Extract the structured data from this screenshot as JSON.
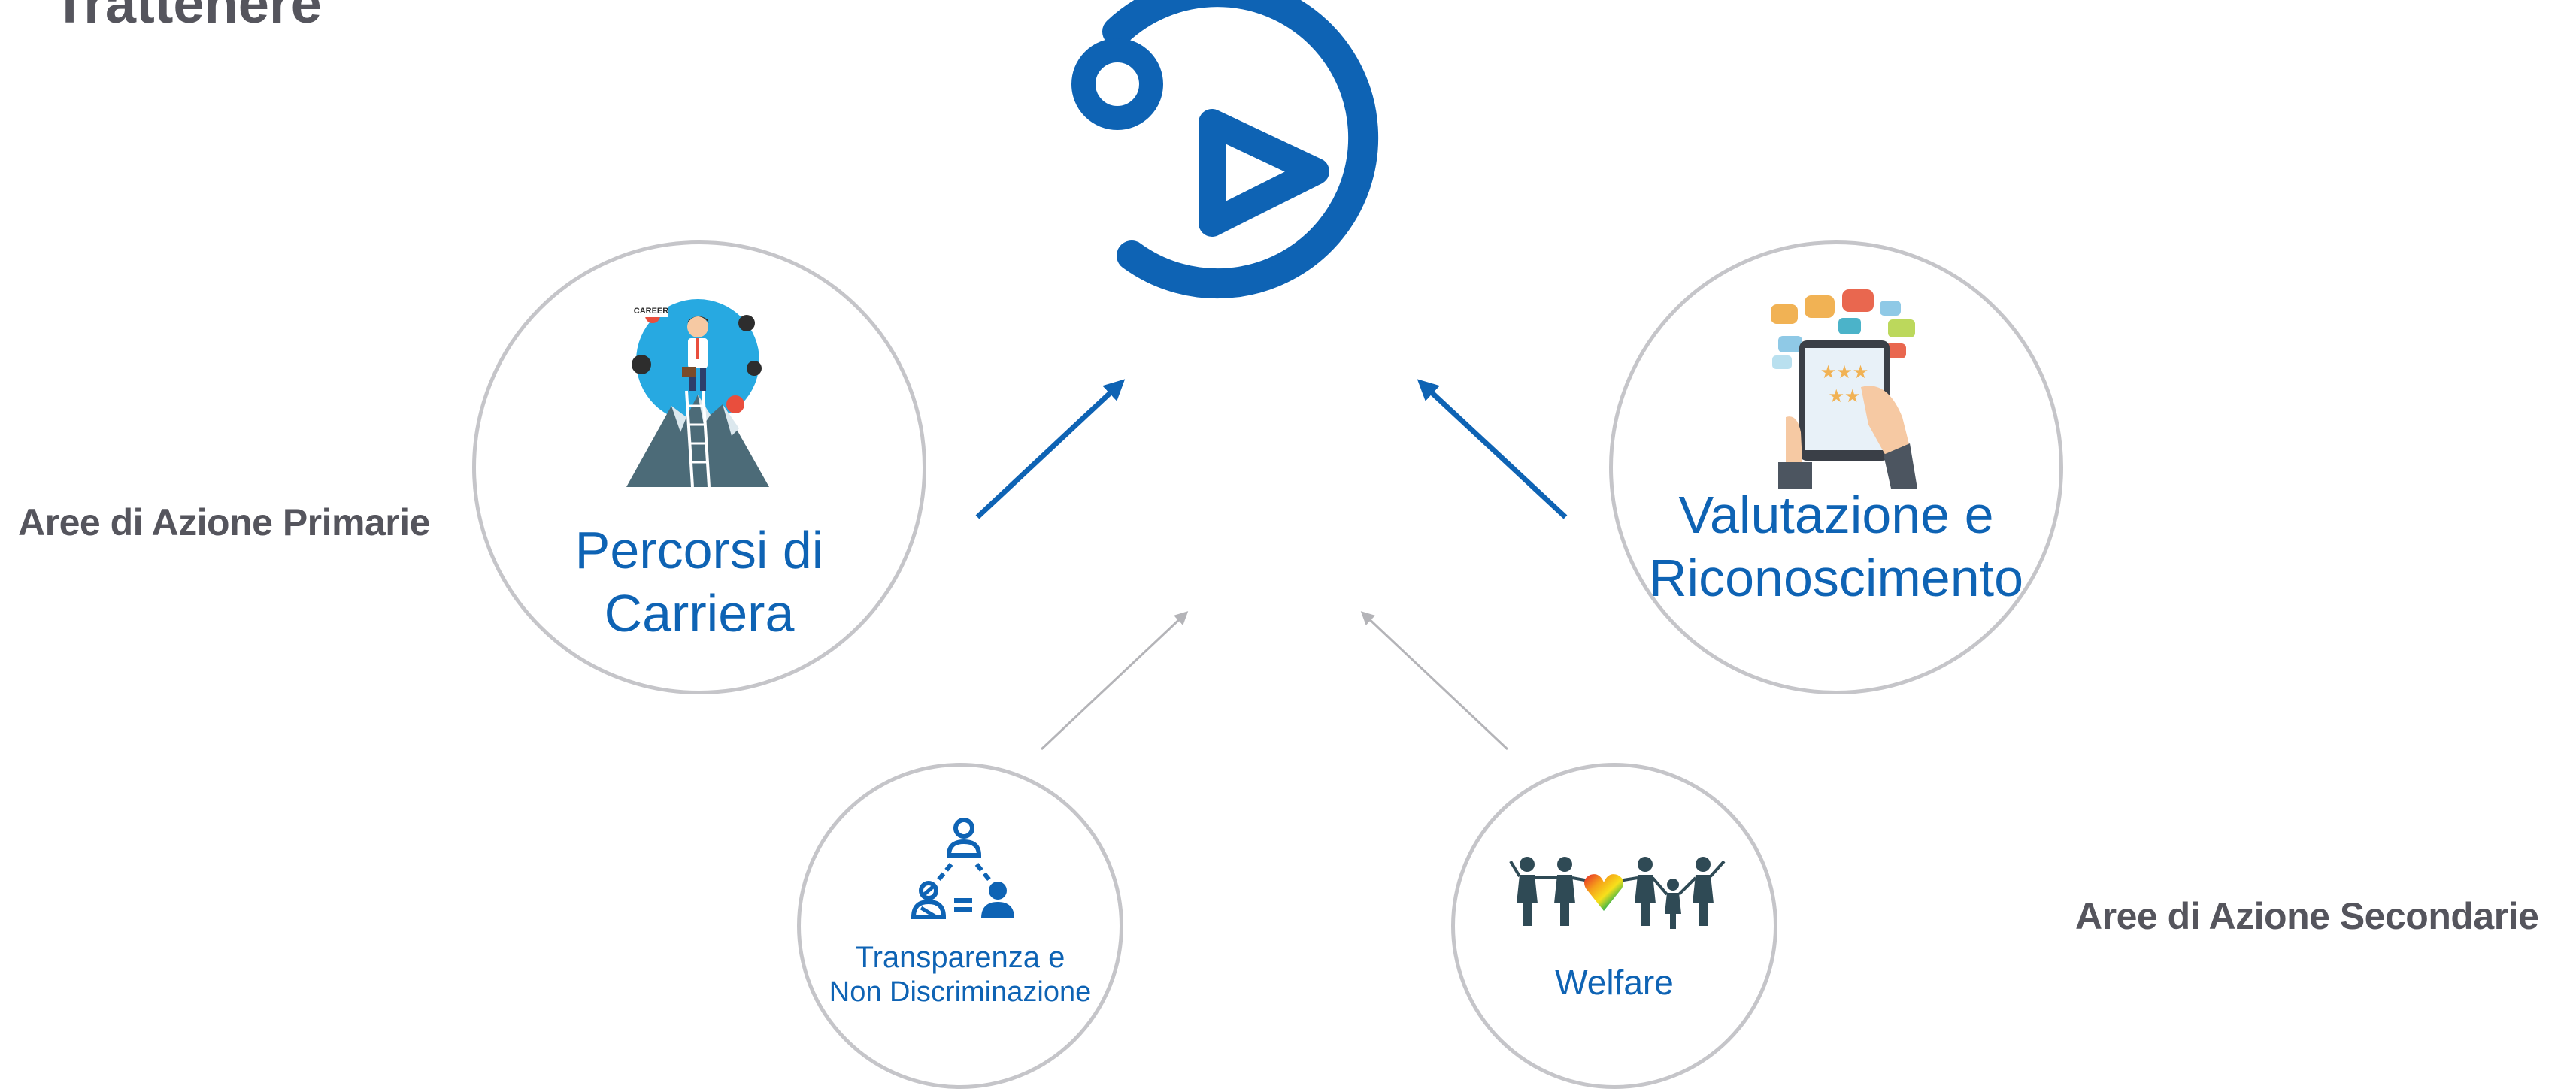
{
  "page": {
    "title": "Trattenere",
    "primary_label": "Aree di Azione Primarie",
    "secondary_label": "Aree di Azione Secondarie"
  },
  "center_icon": "play-circle-icon",
  "nodes": {
    "career": {
      "line1": "Percorsi di",
      "line2": "Carriera",
      "icon": "career-mountain-icon",
      "badge_text": "CAREER"
    },
    "evaluation": {
      "line1": "Valutazione e",
      "line2": "Riconoscimento",
      "icon": "rating-tablet-icon"
    },
    "transparency": {
      "line1": "Transparenza e",
      "line2": "Non Discriminazione",
      "icon": "equality-people-icon"
    },
    "welfare": {
      "line1": "Welfare",
      "icon": "family-heart-icon"
    }
  },
  "colors": {
    "accent_blue": "#0e63b4",
    "dark_blue": "#0d4f9a",
    "label_gray": "#55555d",
    "circle_border": "#c5c5c9",
    "thin_arrow": "#b4b4b8"
  }
}
